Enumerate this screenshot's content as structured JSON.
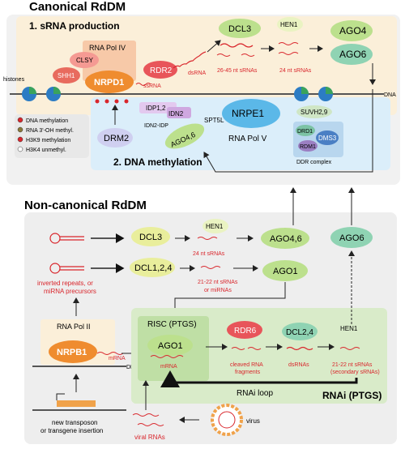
{
  "canonical": {
    "title": "Canonical RdDM",
    "section1": "1. sRNA production",
    "section2": "2. DNA methylation",
    "rna_pol_iv": "RNA Pol IV",
    "clsy": "CLSY",
    "shh1": "SHH1",
    "nrpd1": "NRPD1",
    "rdr2": "RDR2",
    "ssrna": "ssRNA",
    "dsrna": "dsRNA",
    "histones": "histones",
    "dcl3": "DCL3",
    "srna_26_45": "26-45 nt sRNAs",
    "hen1": "HEN1",
    "srna_24": "24 nt sRNAs",
    "ago4": "AGO4",
    "ago6": "AGO6",
    "dna": "DNA",
    "idp12": "IDP1,2",
    "idn2": "IDN2",
    "idn2_idp": "IDN2-IDP",
    "drm2": "DRM2",
    "ago46": "AGO4,6",
    "spt5l": "SPT5L",
    "nrpe1": "NRPE1",
    "rna_pol_v": "RNA Pol V",
    "suvh29": "SUVH2,9",
    "drd1": "DRD1",
    "dms3": "DMS3",
    "rdm1": "RDM1",
    "ddr_complex": "DDR complex"
  },
  "legend": [
    {
      "label": "DNA methylation",
      "color": "#d9262c"
    },
    {
      "label": "RNA 3'-OH methyl.",
      "color": "#8b7a3a"
    },
    {
      "label": "H3K9 methylation",
      "color": "#d9262c"
    },
    {
      "label": "H3K4 unmethyl.",
      "color": "#ffffff"
    }
  ],
  "noncanonical": {
    "title": "Non-canonical RdDM",
    "dcl3": "DCL3",
    "hen1": "HEN1",
    "srna_24": "24 nt sRNAs",
    "ago46": "AGO4,6",
    "ago6": "AGO6",
    "dcl124": "DCL1,2,4",
    "ago1": "AGO1",
    "srna_2122": "21-22 nt sRNAs",
    "or_mirnas": "or miRNAs",
    "inverted_repeats": "inverted repeats, or",
    "mirna_precursors": "miRNA precursors",
    "rna_pol_ii": "RNA Pol II",
    "nrpb1": "NRPB1",
    "mrna": "mRNA",
    "dna": "DNA",
    "new_transposon": "new transposon",
    "transgene_insertion": "or transgene insertion",
    "risc": "RISC (PTGS)",
    "ago1_risc": "AGO1",
    "mrna_risc": "mRNA",
    "rdr6": "RDR6",
    "cleaved_rna": "cleaved RNA",
    "fragments": "fragments",
    "dcl24": "DCL2,4",
    "dsrnas": "dsRNAs",
    "hen1_b": "HEN1",
    "srna_secondary": "21-22 nt sRNAs",
    "secondary": "(secondary sRNAs)",
    "rnai_loop": "RNAi loop",
    "rnai_ptgs": "RNAi (PTGS)",
    "viral_rnas": "viral RNAs",
    "virus": "virus"
  }
}
